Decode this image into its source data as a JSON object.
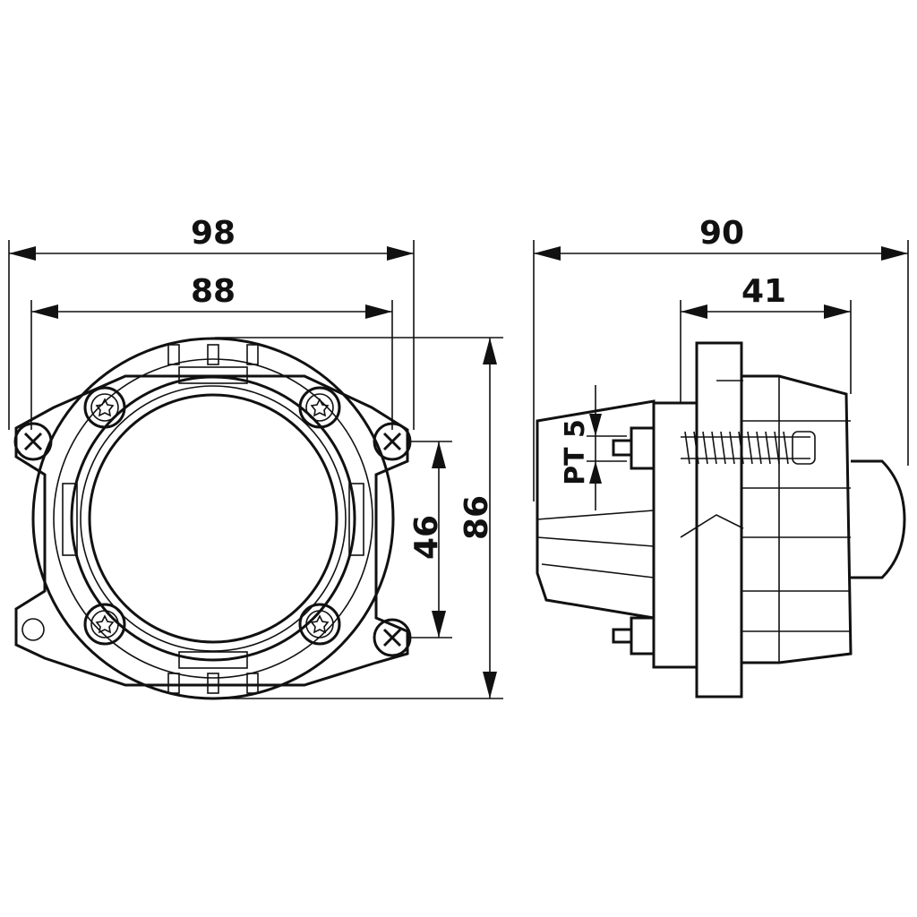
{
  "drawing": {
    "front_view": {
      "dimensions": {
        "overall_width": "98",
        "mount_width": "88",
        "overall_height": "86",
        "mount_height": "46"
      }
    },
    "side_view": {
      "dimensions": {
        "overall_depth": "90",
        "rear_depth": "41",
        "adjustment": "PT 5"
      }
    },
    "line_color": "#111111"
  }
}
